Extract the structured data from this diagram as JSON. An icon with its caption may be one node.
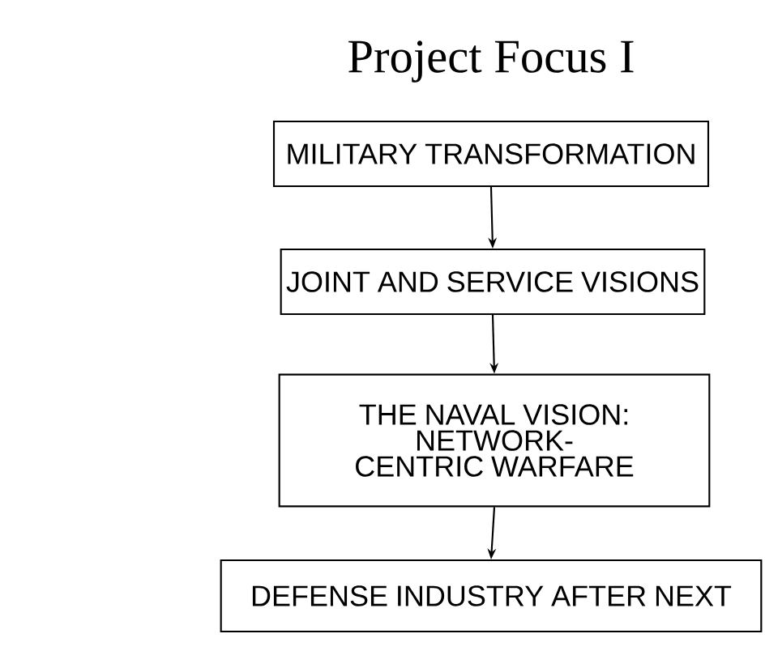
{
  "diagram": {
    "title": "Project Focus I",
    "nodes": [
      {
        "text": [
          "MILITARY TRANSFORMATION"
        ]
      },
      {
        "text": [
          "JOINT AND SERVICE VISIONS"
        ]
      },
      {
        "text": [
          "THE NAVAL VISION: NETWORK-CENTRIC WARFARE"
        ]
      },
      {
        "text": [
          "DEFENSE INDUSTRY AFTER NEXT"
        ]
      }
    ],
    "edges": [
      {
        "from": 0,
        "to": 1,
        "arrow": "to"
      },
      {
        "from": 1,
        "to": 2,
        "arrow": "to"
      },
      {
        "from": 2,
        "to": 3,
        "arrow": "to"
      }
    ]
  }
}
